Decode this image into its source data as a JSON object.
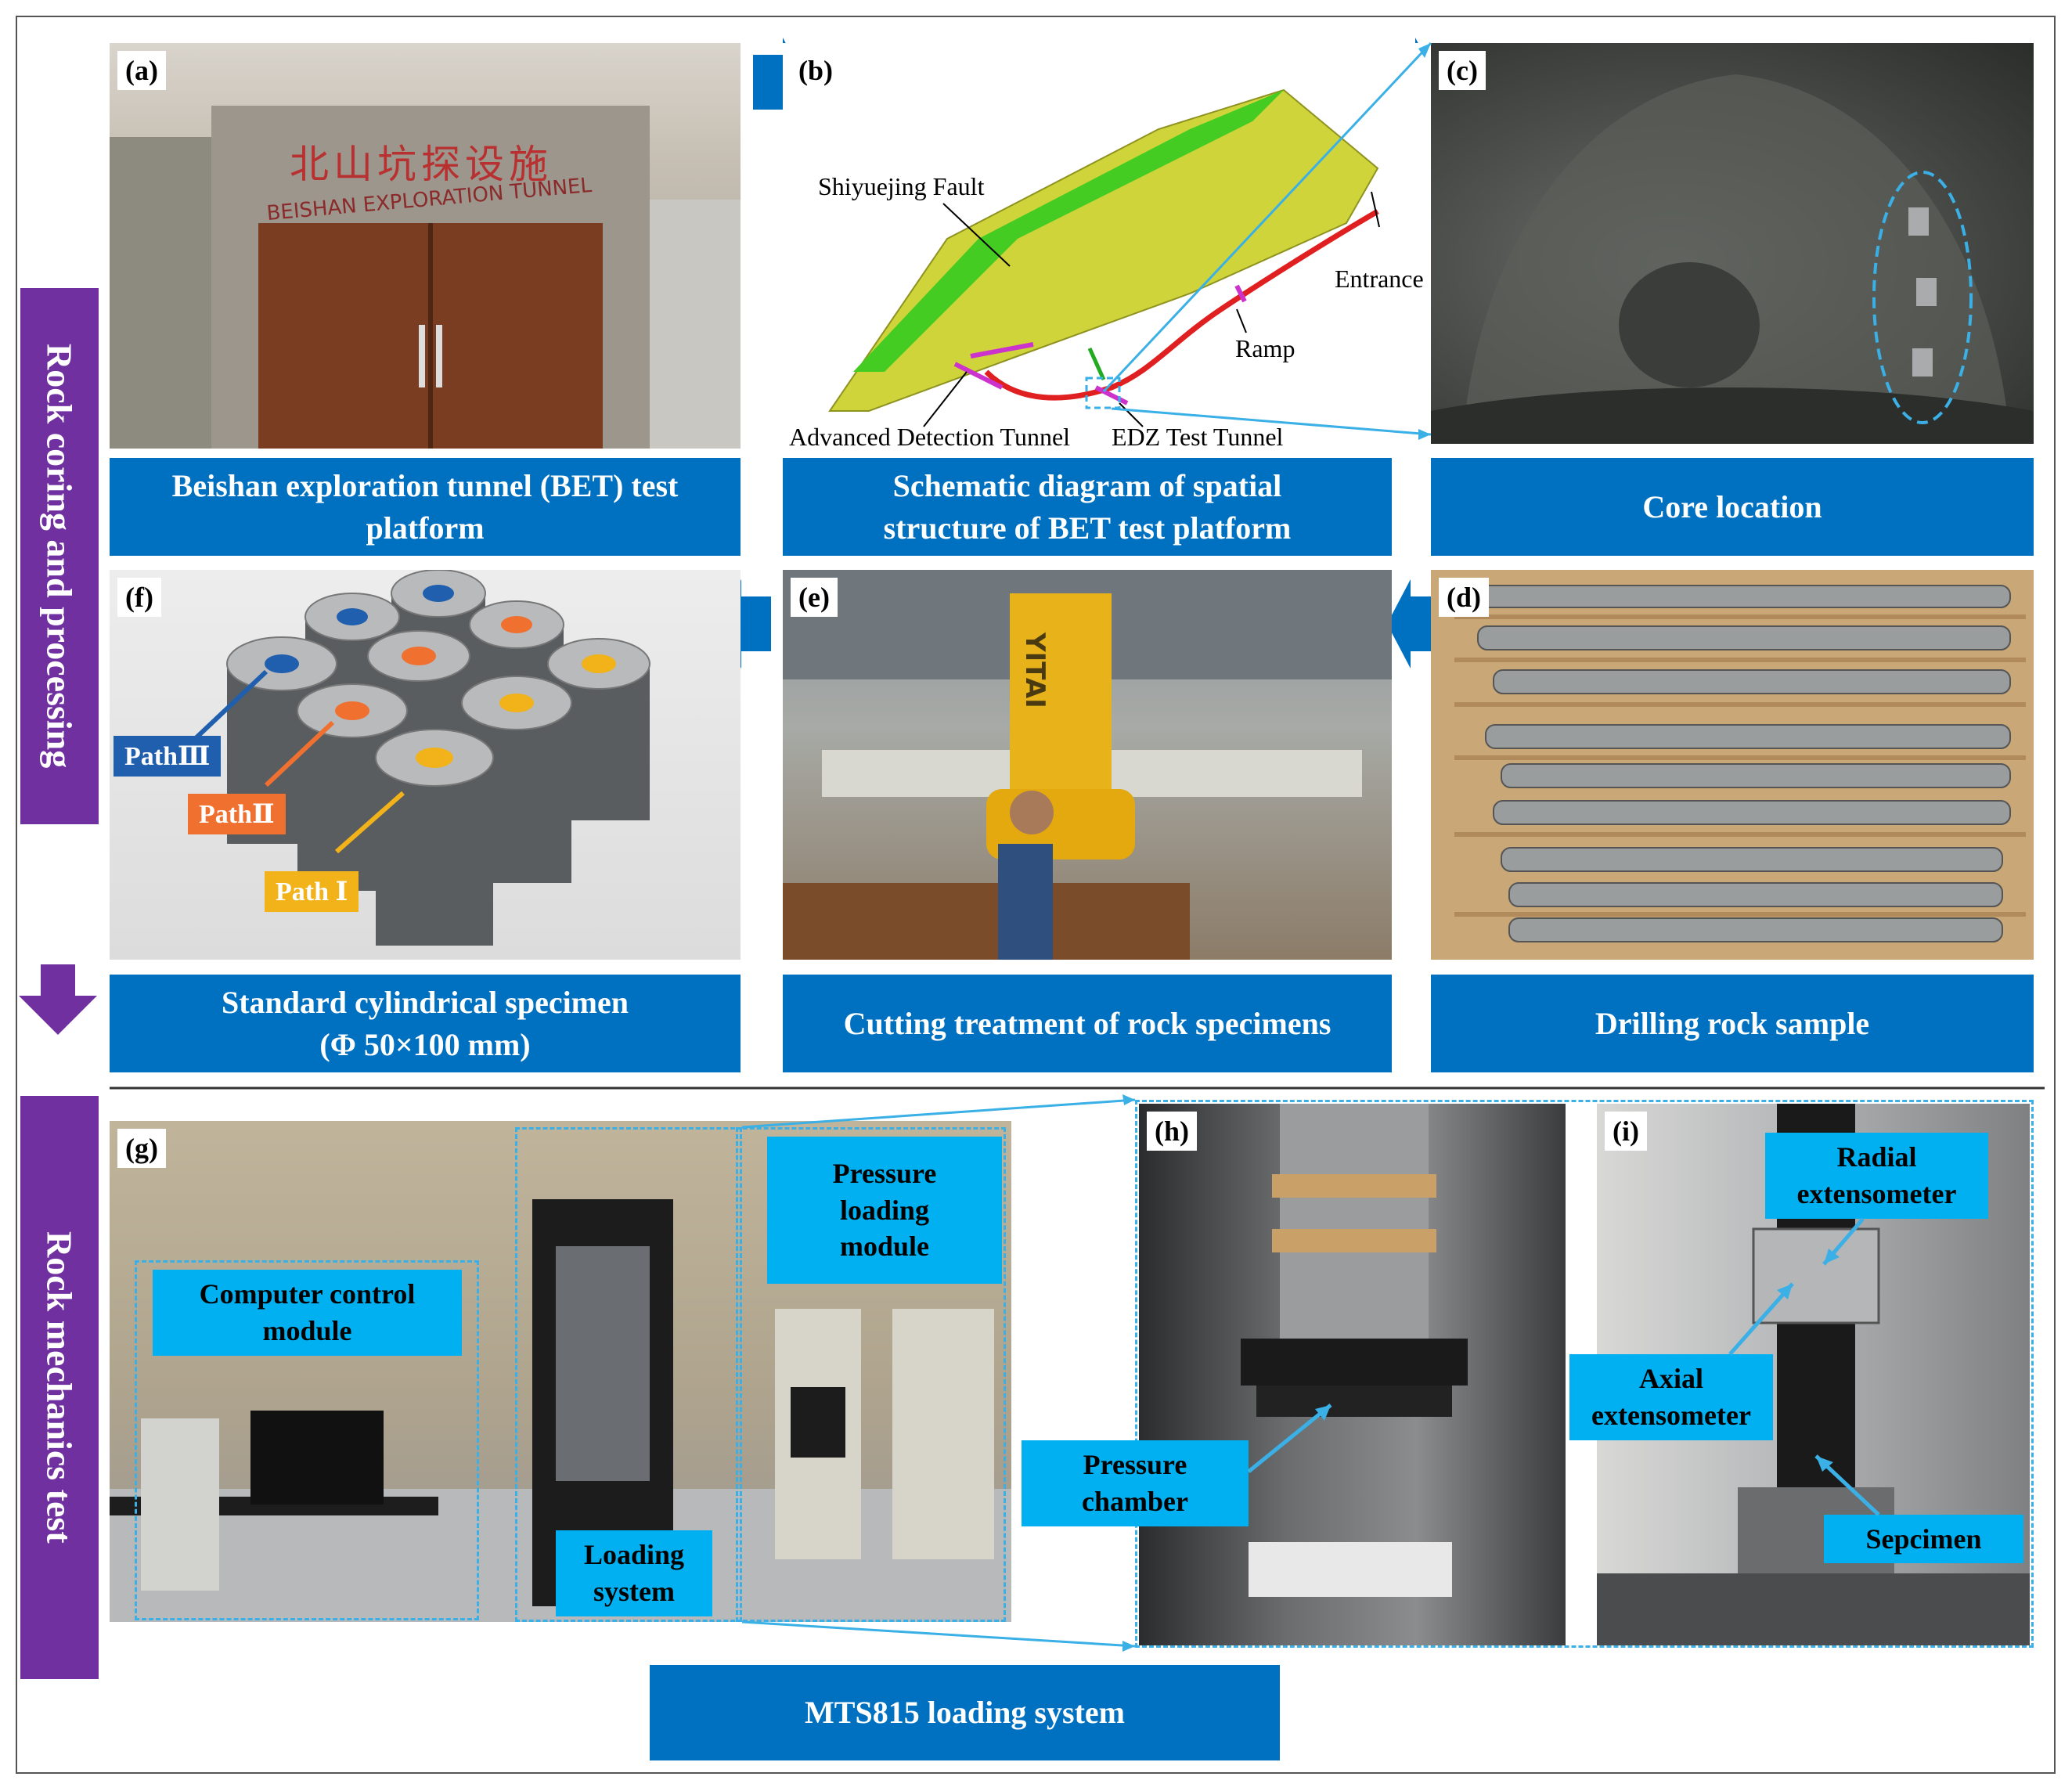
{
  "side_labels": {
    "top": "Rock coring and processing",
    "bottom": "Rock mechanics test"
  },
  "panel_labels": {
    "a": "(a)",
    "b": "(b)",
    "c": "(c)",
    "d": "(d)",
    "e": "(e)",
    "f": "(f)",
    "g": "(g)",
    "h": "(h)",
    "i": "(i)"
  },
  "captions": {
    "a": "Beishan exploration tunnel (BET) test\nplatform",
    "b": "Schematic diagram of spatial\nstructure of BET test platform",
    "c": "Core location",
    "d": "Drilling rock sample",
    "e": "Cutting treatment of rock specimens",
    "f": "Standard cylindrical specimen\n(Φ 50×100 mm)",
    "mts": "MTS815 loading system"
  },
  "photo_a": {
    "sign_cn": "北山坑探设施",
    "sign_en": "BEISHAN EXPLORATION TUNNEL"
  },
  "photo_e": {
    "machine_brand": "YITAI"
  },
  "diagram_b": {
    "fault": "Shiyuejing Fault",
    "entrance": "Entrance",
    "ramp": "Ramp",
    "advanced": "Advanced Detection Tunnel",
    "edz": "EDZ Test Tunnel"
  },
  "paths": {
    "p3": {
      "label": "PathⅢ",
      "color": "#1f5fae"
    },
    "p2": {
      "label": "PathⅡ",
      "color": "#f07030"
    },
    "p1": {
      "label": "Path Ⅰ",
      "color": "#f2b21a"
    }
  },
  "callouts": {
    "computer": "Computer control\nmodule",
    "pressure_module": "Pressure\nloading\nmodule",
    "loading": "Loading\nsystem",
    "chamber": "Pressure\nchamber",
    "radial": "Radial\nextensometer",
    "axial": "Axial\nextensometer",
    "specimen": "Sepcimen"
  },
  "colors": {
    "caption_blue": "#0070c0",
    "callout_cyan": "#00b0f0",
    "side_purple": "#7030a0",
    "arrow_blue": "#0070c0"
  }
}
